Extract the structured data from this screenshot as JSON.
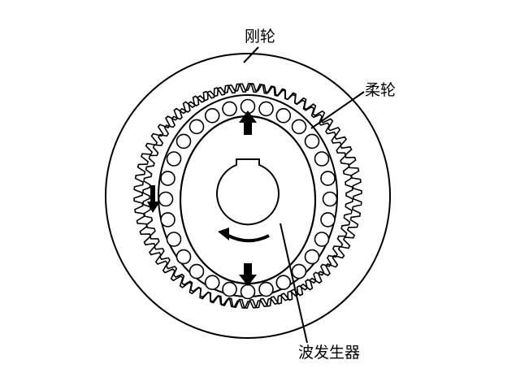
{
  "labels": {
    "rigid_wheel": "刚轮",
    "flex_wheel": "柔轮",
    "wave_generator": "波发生器"
  }
}
